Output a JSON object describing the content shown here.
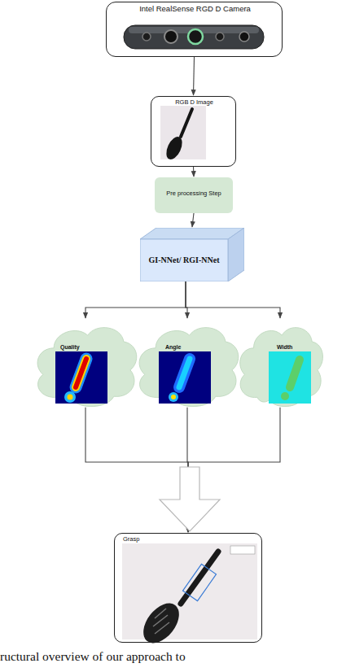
{
  "diagram": {
    "caption": "ructural overview of our approach to",
    "nodes": [
      {
        "text": [
          "Intel RealSense RGD D Camera"
        ]
      },
      {
        "text": [
          "RGB D Image"
        ]
      },
      {
        "text": [
          "Pre processing Step"
        ]
      },
      {
        "text": [
          "GI-NNet/ RGI-NNet"
        ]
      },
      {
        "text": [
          "Quality"
        ]
      },
      {
        "text": [
          "Angle"
        ]
      },
      {
        "text": [
          "Width"
        ]
      },
      {
        "text": [
          "Grasp"
        ]
      }
    ],
    "edges": [
      {
        "from": 0,
        "to": 1,
        "arrow": "to"
      },
      {
        "from": 1,
        "to": 2,
        "arrow": "to"
      },
      {
        "from": 2,
        "to": 3,
        "arrow": "to"
      },
      {
        "from": 3,
        "to": 4,
        "arrow": "to"
      },
      {
        "from": 3,
        "to": 5,
        "arrow": "to"
      },
      {
        "from": 3,
        "to": 6,
        "arrow": "to"
      },
      {
        "from": 4,
        "to": 7,
        "arrow": "to"
      },
      {
        "from": 5,
        "to": 7,
        "arrow": "to"
      },
      {
        "from": 6,
        "to": 7,
        "arrow": "to"
      }
    ]
  }
}
